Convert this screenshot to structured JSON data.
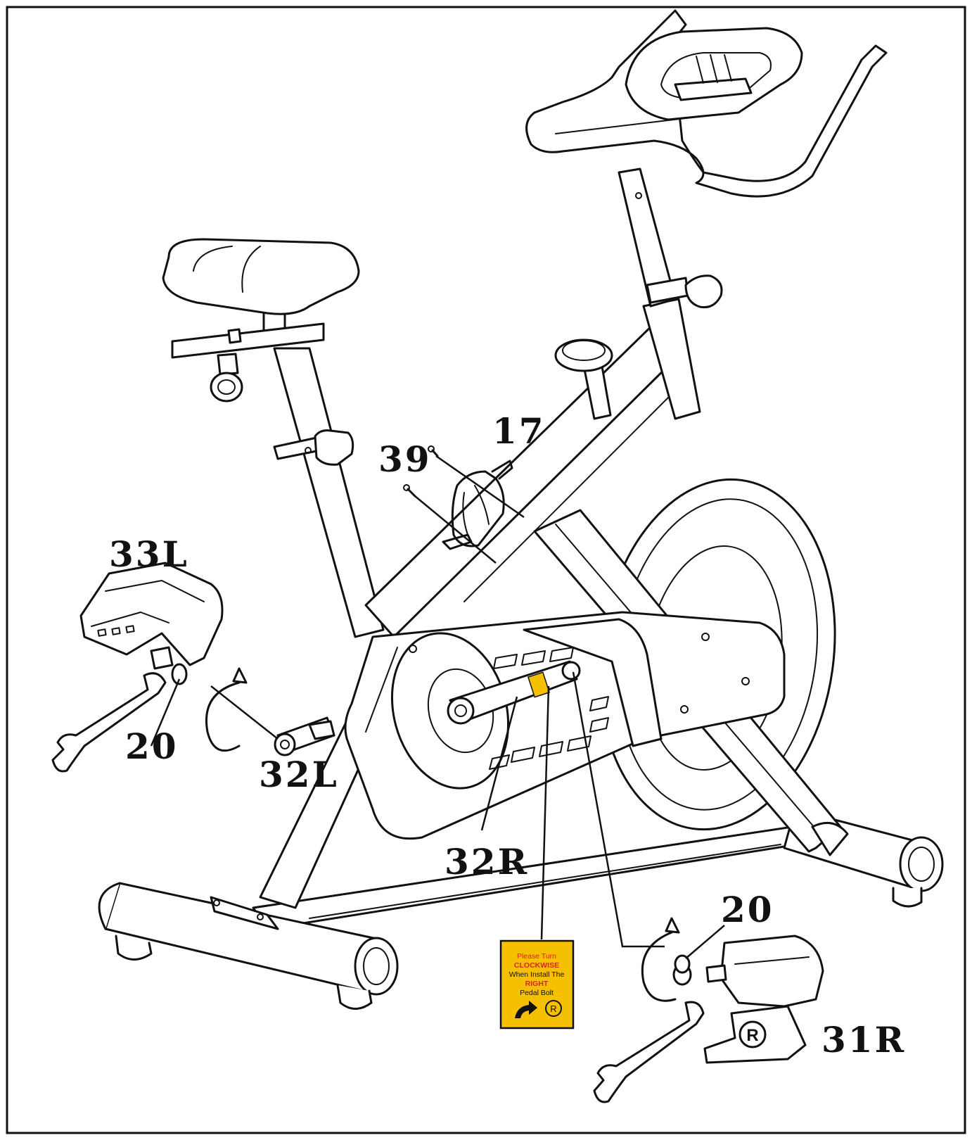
{
  "labels": {
    "l17": "17",
    "l39": "39",
    "l33L": "33L",
    "l20_left": "20",
    "l32L": "32L",
    "l32R": "32R",
    "l20_right": "20",
    "l31R": "31R"
  },
  "sticker": {
    "line1": "Please Turn",
    "line2": "CLOCKWISE",
    "line3": "When Install The",
    "line4": "RIGHT",
    "line5": "Pedal Bolt",
    "mark": "R"
  },
  "pedal_mark": "R",
  "colors": {
    "line": "#111111",
    "sticker_fill": "#f5c000",
    "sticker_highlight": "#d8261c"
  }
}
